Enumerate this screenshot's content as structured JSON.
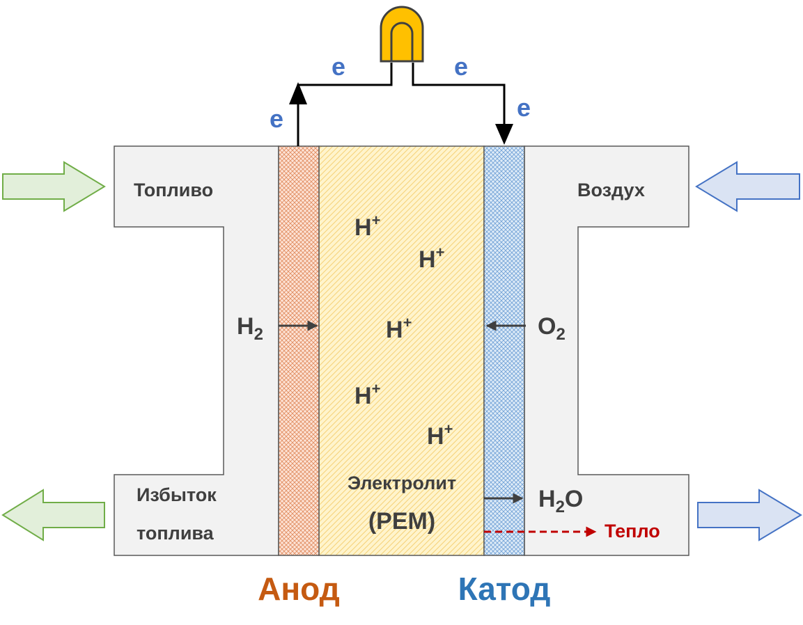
{
  "labels": {
    "fuel_in": "Топливо",
    "air_in": "Воздух",
    "excess_fuel_line1": "Избыток",
    "excess_fuel_line2": "топлива",
    "electrolyte_line1": "Электролит",
    "electrolyte_line2": "(PEM)",
    "heat": "Тепло",
    "anode": "Анод",
    "cathode": "Катод"
  },
  "chemistry": {
    "hydrogen": {
      "base": "H",
      "sub": "2"
    },
    "oxygen": {
      "base": "O",
      "sub": "2"
    },
    "water": {
      "base": "H",
      "sub": "2",
      "tail": "O"
    },
    "proton": {
      "base": "H",
      "sup": "+"
    }
  },
  "electron_label": "e",
  "colors": {
    "housing_fill": "#f2f2f2",
    "housing_stroke": "#595959",
    "anode": "#c55a11",
    "cathode": "#2e75b6",
    "electrolyte": "#ffd966",
    "electron": "#4472c4",
    "heat": "#c00000",
    "inlet_arrow_fill": "#e2efda",
    "inlet_arrow_stroke": "#70ad47",
    "air_arrow_fill": "#dae3f3",
    "air_arrow_stroke": "#4472c4",
    "bulb": "#ffc000"
  },
  "icons": {
    "lamp": "lamp-icon"
  }
}
